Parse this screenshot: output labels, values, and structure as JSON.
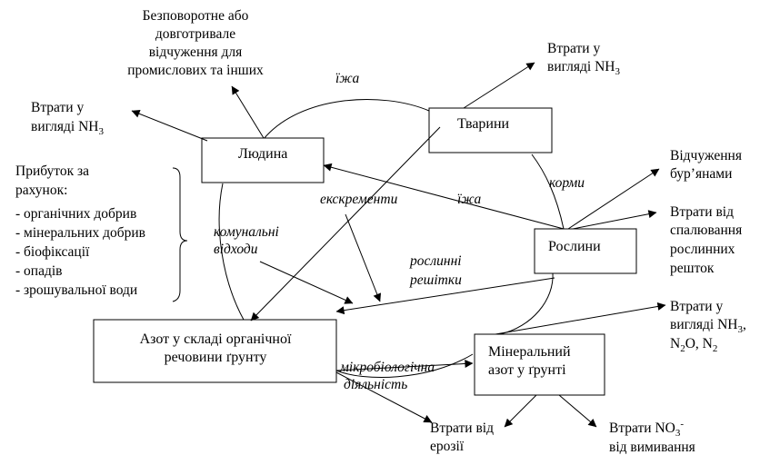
{
  "boxes": {
    "human": "Людина",
    "animals": "Тварини",
    "plants": "Рослини",
    "organic_n_line1": "Азот у складі органічної",
    "organic_n_line2": "речовини ґрунту",
    "mineral_n_line1": "Мінеральний",
    "mineral_n_line2": "азот у ґрунті"
  },
  "texts": {
    "alienation_line1": "Безповоротне або",
    "alienation_line2": "довготривале",
    "alienation_line3": "відчуження для",
    "alienation_line4": "промислових та інших",
    "loss_nh3_left_line1": "Втрати у",
    "loss_nh3_left_line2": "вигляді NH",
    "loss_nh3_left_sub": "3",
    "loss_nh3_top_line1": "Втрати у",
    "loss_nh3_top_line2": "вигляді NH",
    "loss_nh3_top_sub": "3",
    "income_line1": "Прибуток за",
    "income_line2": "рахунок:",
    "income_items": [
      "- органічних добрив",
      "- мінеральних добрив",
      "- біофіксації",
      "- опадів",
      "- зрошувальної води"
    ],
    "weeds_line1": "Відчуження",
    "weeds_line2": "бур’янами",
    "burn_line1": "Втрати від",
    "burn_line2": "спалювання",
    "burn_line3": "рослинних",
    "burn_line4": "решток",
    "gas_line1": "Втрати у",
    "gas_line2_a": "вигляді NH",
    "gas_line2_sub": "3",
    "gas_line2_b": ",",
    "gas_line3_a": "N",
    "gas_line3_sub1": "2",
    "gas_line3_b": "O, N",
    "gas_line3_sub2": "2",
    "erosion_line1": "Втрати від",
    "erosion_line2": "ерозії",
    "leach_line1_a": "Втрати NO",
    "leach_line1_sub": "3",
    "leach_line1_sup": "-",
    "leach_line2": "від вимивання"
  },
  "flow_labels": {
    "food_top": "їжа",
    "food_mid": "їжа",
    "feed": "корми",
    "excrements": "екскременти",
    "communal_line1": "комунальні",
    "communal_line2": "відходи",
    "residues_line1": "рослинні",
    "residues_line2": "решітки",
    "micro_line1": "мікробіологічна",
    "micro_line2": "діяльність"
  }
}
